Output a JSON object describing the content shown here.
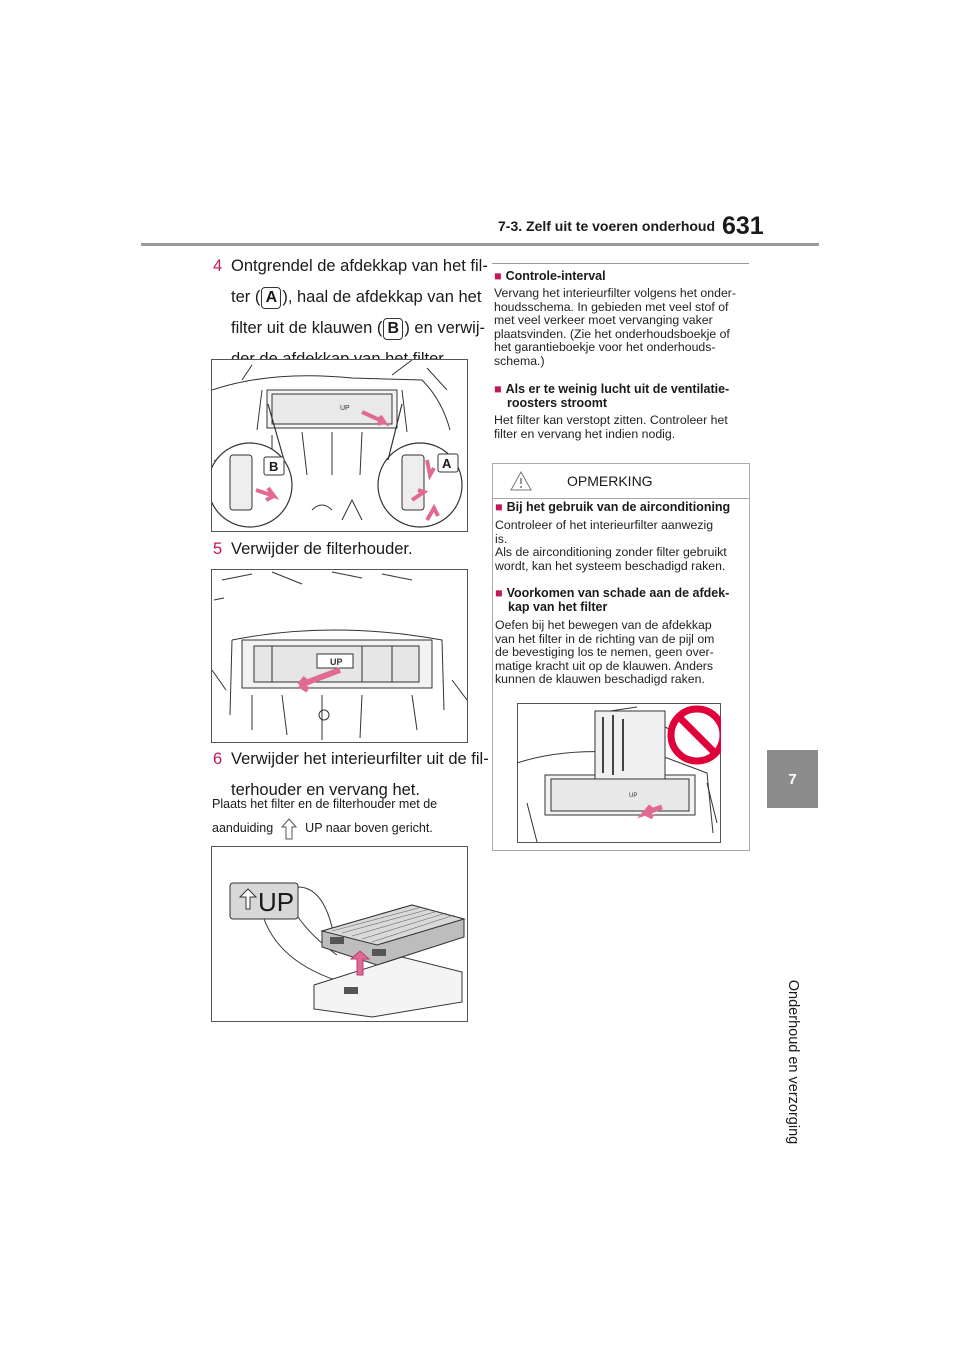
{
  "header": {
    "section": "7-3. Zelf uit te voeren onderhoud",
    "page_number": "631"
  },
  "side": {
    "chapter_number": "7",
    "chapter_title": "Onderhoud en verzorging"
  },
  "left": {
    "step4": {
      "num": "4",
      "line1": "Ontgrendel de afdekkap van het fil-",
      "line2_pre": "ter (",
      "label_a": "A",
      "line2_post": "), haal de afdekkap van het",
      "line3_pre": "filter uit de klauwen (",
      "label_b": "B",
      "line3_post": ") en verwij-",
      "line4": "der de afdekkap van het filter."
    },
    "fig1_labels": {
      "a": "A",
      "b": "B"
    },
    "fig_up_label": "UP",
    "step5": {
      "num": "5",
      "text": "Verwijder de filterhouder."
    },
    "step6": {
      "num": "6",
      "line1": "Verwijder het interieurfilter uit de fil-",
      "line2": "terhouder en vervang het."
    },
    "note": {
      "line1": "Plaats het filter en de filterhouder met de",
      "line2_pre": "aanduiding",
      "line2_post": "UP naar boven gericht."
    }
  },
  "right": {
    "sec1": {
      "marker": "■",
      "heading": "Controle-interval",
      "lines": [
        "Vervang het interieurfilter volgens het onder-",
        "houdsschema. In gebieden met veel stof of",
        "met veel verkeer moet vervanging vaker",
        "plaatsvinden. (Zie het onderhoudsboekje of",
        "het garantieboekje voor het onderhouds-",
        "schema.)"
      ]
    },
    "sec2": {
      "marker": "■",
      "heading_lines": [
        "Als er te weinig lucht uit de ventilatie-",
        "roosters stroomt"
      ],
      "lines": [
        "Het filter kan verstopt zitten. Controleer het",
        "filter en vervang het indien nodig."
      ]
    },
    "warning": {
      "title": "OPMERKING",
      "sec1": {
        "marker": "■",
        "heading": "Bij het gebruik van de airconditioning",
        "lines": [
          "Controleer of het interieurfilter aanwezig",
          "is.",
          "Als de airconditioning zonder filter gebruikt",
          "wordt, kan het systeem beschadigd raken."
        ]
      },
      "sec2": {
        "marker": "■",
        "heading_lines": [
          "Voorkomen van schade aan de afdek-",
          "kap van het filter"
        ],
        "lines": [
          "Oefen bij het bewegen van de afdekkap",
          "van het filter in de richting van de pijl om",
          "de bevestiging los te nemen, geen over-",
          "matige kracht uit op de klauwen. Anders",
          "kunnen de klauwen beschadigd raken."
        ]
      }
    }
  },
  "colors": {
    "accent": "#c2185b",
    "arrow_pink": "#e06a94",
    "tab_gray": "#8c8c8c",
    "prohibit_red": "#e0003a"
  }
}
